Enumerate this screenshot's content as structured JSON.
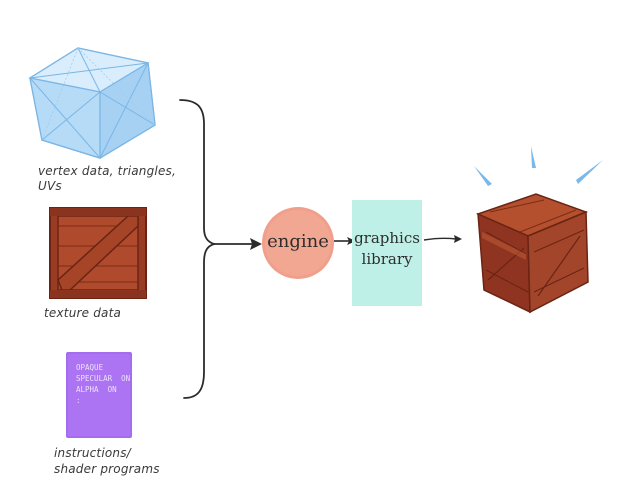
{
  "inputs": {
    "vertex_label": "vertex data, triangles, UVs",
    "texture_label": "texture data",
    "instructions_label_line1": "instructions/",
    "instructions_label_line2": "shader programs"
  },
  "shader_card": {
    "line1": "OPAQUE",
    "line2": "SPECULAR  ON",
    "line3": "ALPHA  ON",
    "line4": ":"
  },
  "pipeline": {
    "engine_label": "engine",
    "graphics_label_line1": "graphics",
    "graphics_label_line2": "library"
  },
  "colors": {
    "cube": "#a9d4f5",
    "crate": "#9a3c24",
    "shader_card": "#a66cf0",
    "engine": "#f0a08a",
    "graphics_library": "#bff0e8",
    "sparkle": "#7ab8ea",
    "ink": "#2b2b2b"
  }
}
